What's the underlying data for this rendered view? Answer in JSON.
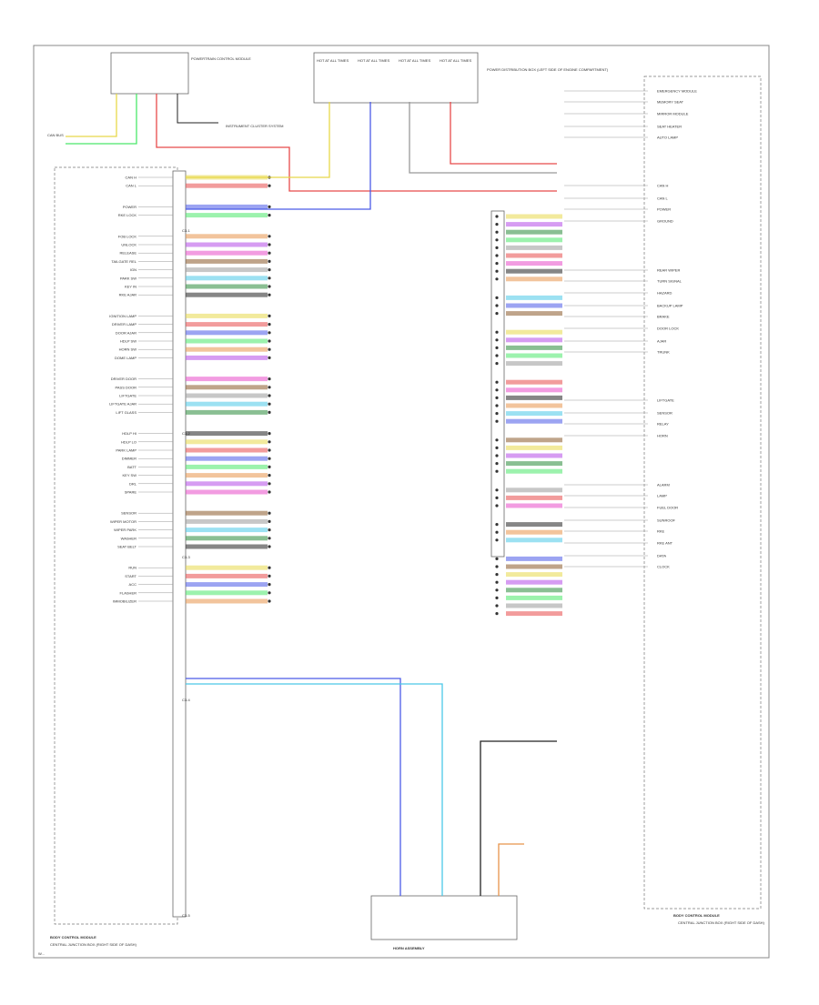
{
  "diagram": {
    "page_id": "W...",
    "connector_labels": [
      "C3-1",
      "C3-2",
      "C3-3",
      "C3-4",
      "C3-5"
    ],
    "bottom_left": {
      "module": "BODY CONTROL MODULE",
      "subtitle": "CENTRAL JUNCTION BOX (RIGHT SIDE OF DASH)"
    },
    "bottom_right": {
      "module": "BODY CONTROL MODULE",
      "subtitle": "CENTRAL JUNCTION BOX (RIGHT SIDE OF DASH)"
    },
    "bottom_center": {
      "label": "HORN ASSEMBLY"
    },
    "top_relay": {
      "label": "POWERTRAIN CONTROL MODULE"
    },
    "fuse_blocks": [
      "HOT AT ALL TIMES",
      "HOT AT ALL TIMES",
      "HOT AT ALL TIMES",
      "HOT AT ALL TIMES"
    ],
    "fuse_note": "POWER DISTRIBUTION BOX (LEFT SIDE OF ENGINE COMPARTMENT)",
    "left_stub": "CAN BUS",
    "instrument_cluster": "INSTRUMENT CLUSTER SYSTEM"
  },
  "left_pin_labels": [
    "CAN H",
    "CAN L",
    "POWER",
    "RKE LOCK",
    "FOB LOCK",
    "UNLOCK",
    "RELEASE",
    "TAILGATE REL",
    "IGN",
    "PARK SW",
    "KEY IN",
    "RKE AJAR",
    "IGNITION LAMP",
    "DRIVER LAMP",
    "DOOR AJAR",
    "HDLP SW",
    "HORN SW",
    "DOME LAMP",
    "DRIVER DOOR",
    "PASS DOOR",
    "LIFTGATE",
    "LIFTGATE AJAR",
    "LIFT GLASS",
    "HDLP HI",
    "HDLP LO",
    "PARK LAMP",
    "DIMMER",
    "BATT",
    "KEY SW",
    "DRL",
    "SPARE",
    "SENSOR",
    "WIPER MOTOR",
    "WIPER PARK",
    "WASHER",
    "SEAT BELT",
    "RUN",
    "START",
    "ACC",
    "FLASHER",
    "IMMOBILIZER"
  ],
  "right_pin_labels": [
    "EMERGENCY MODULE",
    "MEMORY SEAT",
    "MIRROR MODULE",
    "SEAT HEATER",
    "AUTO LAMP",
    "CAN H",
    "CAN L",
    "POWER",
    "GROUND",
    "REAR WIPER",
    "TURN SIGNAL",
    "HAZARD",
    "BACKUP LAMP",
    "BRAKE",
    "DOOR LOCK",
    "AJAR",
    "TRUNK",
    "LIFTGATE",
    "SENSOR",
    "RELAY",
    "HORN",
    "ALARM",
    "LAMP",
    "FUEL DOOR",
    "SUNROOF",
    "RKE",
    "RKE ANT",
    "DATA",
    "CLOCK"
  ],
  "wire_colors": {
    "yellow": "#e8d84a",
    "red": "#e84a4a",
    "blue": "#4a5ae8",
    "green": "#4ae86a",
    "orange": "#e8934a",
    "violet": "#b44ae8",
    "pink": "#e84ac8",
    "brown": "#8a5a2a",
    "gray": "#999999",
    "lightblue": "#4ac8e8",
    "darkgreen": "#2a8a3a",
    "black": "#222222"
  }
}
